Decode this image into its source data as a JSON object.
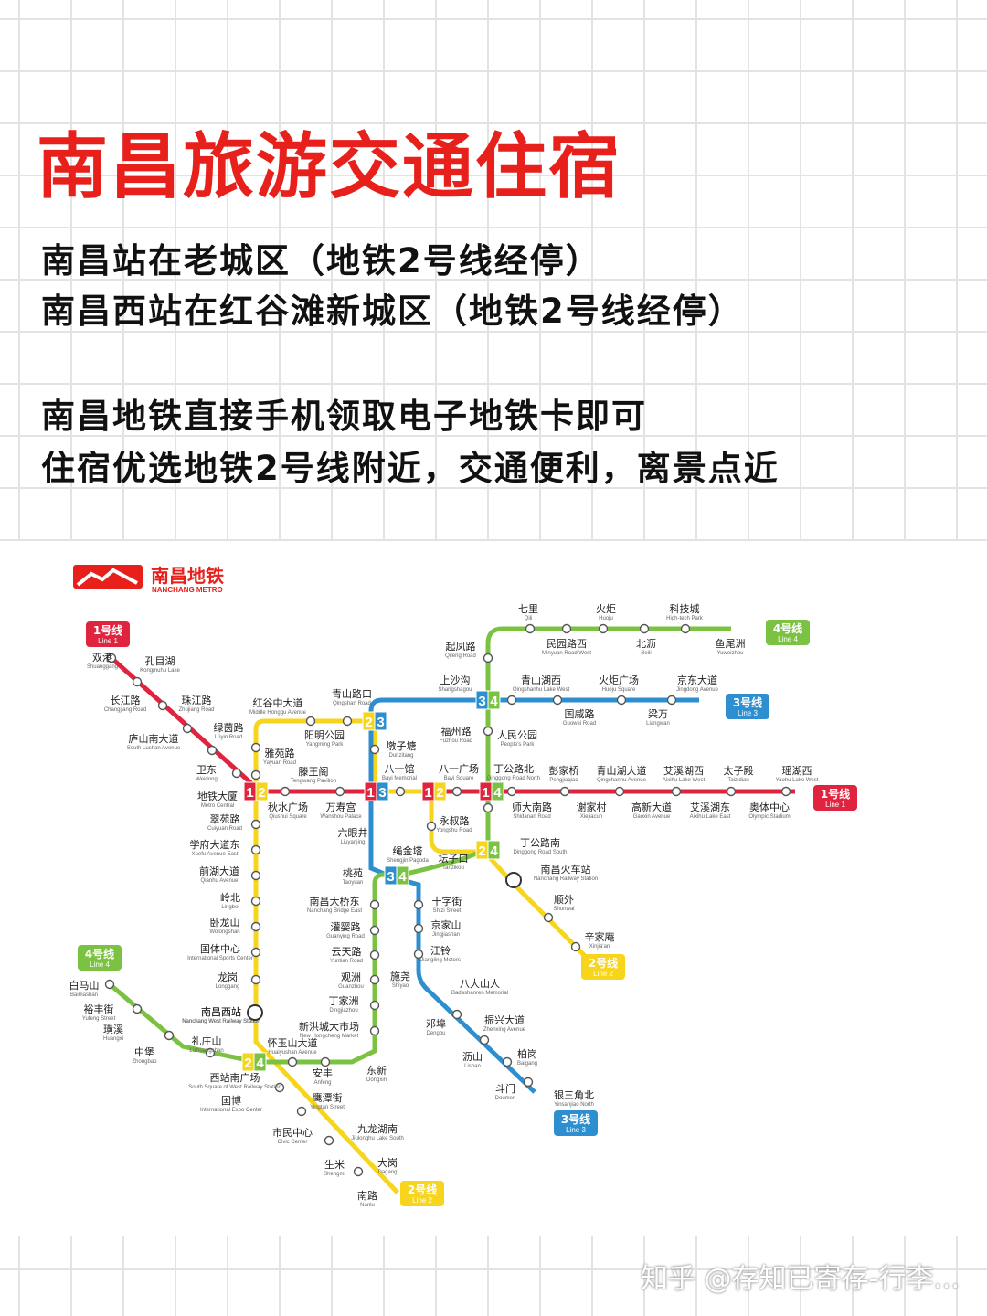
{
  "headline": "南昌旅游交通住宿",
  "info_lines": [
    "南昌站在老城区（地铁2号线经停）",
    "南昌西站在红谷滩新城区（地铁2号线经停）",
    "南昌地铁直接手机领取电子地铁卡即可",
    "住宿优选地铁2号线附近，交通便利，离景点近"
  ],
  "map": {
    "logo_cn": "南昌地铁",
    "logo_en": "NANCHANG METRO",
    "colors": {
      "line1": "#e0233e",
      "line2": "#f6d51c",
      "line3": "#2e8fd0",
      "line4": "#7cc242",
      "brand": "#e8201c"
    },
    "line_labels": [
      {
        "cn": "1号线",
        "en": "Line 1",
        "color": "#e0233e"
      },
      {
        "cn": "1号线",
        "en": "Line 1",
        "color": "#e0233e"
      },
      {
        "cn": "2号线",
        "en": "Line 2",
        "color": "#f6d51c"
      },
      {
        "cn": "2号线",
        "en": "Line 2",
        "color": "#f6d51c"
      },
      {
        "cn": "3号线",
        "en": "Line 3",
        "color": "#2e8fd0"
      },
      {
        "cn": "3号线",
        "en": "Line 3",
        "color": "#2e8fd0"
      },
      {
        "cn": "4号线",
        "en": "Line 4",
        "color": "#7cc242"
      },
      {
        "cn": "4号线",
        "en": "Line 4",
        "color": "#7cc242"
      }
    ],
    "interchanges": [
      "12",
      "13",
      "12",
      "14",
      "23",
      "34",
      "24",
      "34",
      "24"
    ],
    "stations": [
      {
        "cn": "双港",
        "en": "Shuanggang"
      },
      {
        "cn": "孔目湖",
        "en": "Kongmuhu Lake"
      },
      {
        "cn": "长江路",
        "en": "Changjiang Road"
      },
      {
        "cn": "珠江路",
        "en": "Zhujiang Road"
      },
      {
        "cn": "庐山南大道",
        "en": "South Lushan Avenue"
      },
      {
        "cn": "绿茵路",
        "en": "Lüyin Road"
      },
      {
        "cn": "卫东",
        "en": "Weidong"
      },
      {
        "cn": "地铁大厦",
        "en": "Metro Central"
      },
      {
        "cn": "秋水广场",
        "en": "Qiushui Square"
      },
      {
        "cn": "万寿宫",
        "en": "Wanshou Palace"
      },
      {
        "cn": "八一馆",
        "en": "Bayi Memorial"
      },
      {
        "cn": "八一广场",
        "en": "Bayi Square"
      },
      {
        "cn": "丁公路北",
        "en": "Dinggong Road North"
      },
      {
        "cn": "彭家桥",
        "en": "Pengjiaqiao"
      },
      {
        "cn": "青山湖大道",
        "en": "Qingshanhu Avenue"
      },
      {
        "cn": "艾溪湖西",
        "en": "Aixihu Lake West"
      },
      {
        "cn": "太子殿",
        "en": "Taizidian"
      },
      {
        "cn": "瑶湖西",
        "en": "Yaohu Lake West"
      },
      {
        "cn": "师大南路",
        "en": "Shidanan Road"
      },
      {
        "cn": "谢家村",
        "en": "Xiejiacun"
      },
      {
        "cn": "高新大道",
        "en": "Gaoxin Avenue"
      },
      {
        "cn": "艾溪湖东",
        "en": "Aixihu Lake East"
      },
      {
        "cn": "奥体中心",
        "en": "Olympic Stadium"
      },
      {
        "cn": "红谷中大道",
        "en": "Middle Honggu Avenue"
      },
      {
        "cn": "青山路口",
        "en": "Qingshan Road"
      },
      {
        "cn": "阳明公园",
        "en": "Yangming Park"
      },
      {
        "cn": "雅苑路",
        "en": "Yayuan Road"
      },
      {
        "cn": "滕王阁",
        "en": "Tengwang Pavilion"
      },
      {
        "cn": "墩子塘",
        "en": "Dunzitang"
      },
      {
        "cn": "福州路",
        "en": "Fuzhou Road"
      },
      {
        "cn": "永叔路",
        "en": "Yongshu Road"
      },
      {
        "cn": "翠苑路",
        "en": "Cuiyuan Road"
      },
      {
        "cn": "学府大道东",
        "en": "Xuefu Avenue East"
      },
      {
        "cn": "前湖大道",
        "en": "Qianhu Avenue"
      },
      {
        "cn": "岭北",
        "en": "Lingbei"
      },
      {
        "cn": "卧龙山",
        "en": "Wolongshan"
      },
      {
        "cn": "国体中心",
        "en": "International Sports Center"
      },
      {
        "cn": "龙岗",
        "en": "Longgang"
      },
      {
        "cn": "南昌西站",
        "en": "Nanchang West Railway Station"
      },
      {
        "cn": "西站南广场",
        "en": "South Square of West Railway Station"
      },
      {
        "cn": "国博",
        "en": "International Expo Center"
      },
      {
        "cn": "市民中心",
        "en": "Civic Center"
      },
      {
        "cn": "生米",
        "en": "Shengmi"
      },
      {
        "cn": "南路",
        "en": "Nanlu"
      },
      {
        "cn": "九龙湖南",
        "en": "Jiulonghu Lake South"
      },
      {
        "cn": "大岗",
        "en": "Dagang"
      },
      {
        "cn": "鹰潭街",
        "en": "Yingtan Street"
      },
      {
        "cn": "安丰",
        "en": "Anfeng"
      },
      {
        "cn": "怀玉山大道",
        "en": "Huaiyushan Avenue"
      },
      {
        "cn": "东新",
        "en": "Dongxin"
      },
      {
        "cn": "新洪城大市场",
        "en": "New Hongcheng Market"
      },
      {
        "cn": "丁家洲",
        "en": "Dingjiazhou"
      },
      {
        "cn": "观洲",
        "en": "Guanzhou"
      },
      {
        "cn": "云天路",
        "en": "Yuntian Road"
      },
      {
        "cn": "灌婴路",
        "en": "Guanying Road"
      },
      {
        "cn": "南昌大桥东",
        "en": "Nanchang Bridge East"
      },
      {
        "cn": "桃苑",
        "en": "Taoyuan"
      },
      {
        "cn": "六眼井",
        "en": "Liuyanjing"
      },
      {
        "cn": "绳金塔",
        "en": "Shengjin Pagoda"
      },
      {
        "cn": "坛子口",
        "en": "Tanzikou"
      },
      {
        "cn": "丁公路南",
        "en": "Dinggong Road South"
      },
      {
        "cn": "南昌火车站",
        "en": "Nanchang Railway Station"
      },
      {
        "cn": "顺外",
        "en": "Shunwai"
      },
      {
        "cn": "辛家庵",
        "en": "Xinjia'an"
      },
      {
        "cn": "上沙沟",
        "en": "Shangshagou"
      },
      {
        "cn": "青山湖西",
        "en": "Qingshanhu Lake West"
      },
      {
        "cn": "火炬广场",
        "en": "Huoju Square"
      },
      {
        "cn": "京东大道",
        "en": "Jingdong Avenue"
      },
      {
        "cn": "国威路",
        "en": "Guowei Road"
      },
      {
        "cn": "梁万",
        "en": "Liangwan"
      },
      {
        "cn": "十字街",
        "en": "Shizi Street"
      },
      {
        "cn": "京家山",
        "en": "Jingjiashan"
      },
      {
        "cn": "江铃",
        "en": "Jiangling Motors"
      },
      {
        "cn": "施尧",
        "en": "Shiyao"
      },
      {
        "cn": "八大山人",
        "en": "Badashanren Memorial"
      },
      {
        "cn": "邓埠",
        "en": "Dengbu"
      },
      {
        "cn": "振兴大道",
        "en": "Zhenxing Avenue"
      },
      {
        "cn": "沥山",
        "en": "Lishan"
      },
      {
        "cn": "柏岗",
        "en": "Baigang"
      },
      {
        "cn": "斗门",
        "en": "Doumen"
      },
      {
        "cn": "银三角北",
        "en": "Yinsanjiao North"
      },
      {
        "cn": "起凤路",
        "en": "Qifeng Road"
      },
      {
        "cn": "七里",
        "en": "Qili"
      },
      {
        "cn": "火炬",
        "en": "Huoju"
      },
      {
        "cn": "科技城",
        "en": "High-tech Park"
      },
      {
        "cn": "民园路西",
        "en": "Minyuan Road West"
      },
      {
        "cn": "北沥",
        "en": "Beili"
      },
      {
        "cn": "鱼尾洲",
        "en": "Yuweizhou"
      },
      {
        "cn": "人民公园",
        "en": "People's Park"
      },
      {
        "cn": "白马山",
        "en": "Baimashan"
      },
      {
        "cn": "裕丰街",
        "en": "Yufeng Street"
      },
      {
        "cn": "璜溪",
        "en": "Huangxi"
      },
      {
        "cn": "中堡",
        "en": "Zhongbao"
      },
      {
        "cn": "南昌西站",
        "en": "Nanchang West Railway Station"
      },
      {
        "cn": "礼庄山",
        "en": "Lizhuangshan"
      }
    ]
  },
  "watermark": "知乎 @存知已寄存-行李..."
}
